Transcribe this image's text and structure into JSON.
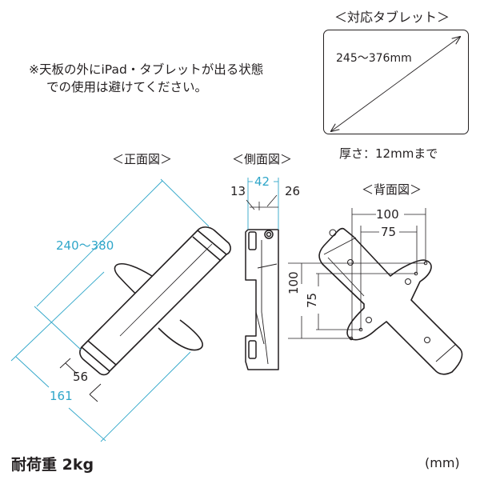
{
  "note": {
    "line1": "※天板の外にiPad・タブレットが出る状態",
    "line2": "での使用は避けてください。"
  },
  "tablet": {
    "title": "＜対応タブレット＞",
    "diagonal": "245～376mm",
    "thickness": "厚さ：12mmまで"
  },
  "views": {
    "front": {
      "title": "＜正面図＞",
      "dim_length": "240～380",
      "dim_width": "161",
      "dim_end": "56"
    },
    "side": {
      "title": "＜側面図＞",
      "dim_total": "42",
      "dim_left": "13",
      "dim_right": "26"
    },
    "back": {
      "title": "＜背面図＞",
      "dim_h_outer": "100",
      "dim_h_inner": "75",
      "dim_v_outer": "100",
      "dim_v_inner": "75"
    }
  },
  "footer": {
    "load": "耐荷重 2kg",
    "unit": "(mm)"
  },
  "colors": {
    "dimension_blue": "#2fa6c9",
    "line_black": "#231f20"
  }
}
